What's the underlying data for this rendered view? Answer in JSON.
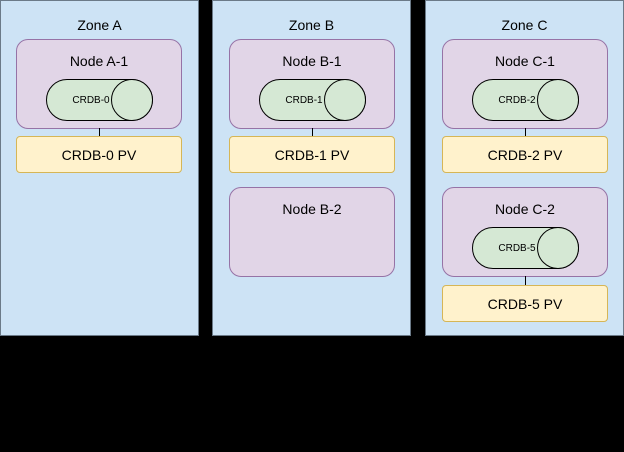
{
  "colors": {
    "zone_fill": "#cde3f5",
    "node_fill": "#e1d5e7",
    "node_stroke": "#9673a6",
    "volume_fill": "#d5e8d4",
    "volume_stroke": "#000000",
    "pv_fill": "#fff2cc",
    "pv_stroke": "#d6b656"
  },
  "zones": [
    {
      "title": "Zone A",
      "nodes": [
        {
          "title": "Node A-1",
          "volume": "CRDB-0",
          "pv": "CRDB-0 PV"
        }
      ]
    },
    {
      "title": "Zone B",
      "nodes": [
        {
          "title": "Node B-1",
          "volume": "CRDB-1",
          "pv": "CRDB-1 PV"
        },
        {
          "title": "Node B-2"
        }
      ]
    },
    {
      "title": "Zone C",
      "nodes": [
        {
          "title": "Node C-1",
          "volume": "CRDB-2",
          "pv": "CRDB-2 PV"
        },
        {
          "title": "Node C-2",
          "volume": "CRDB-5",
          "pv": "CRDB-5 PV"
        }
      ]
    }
  ]
}
